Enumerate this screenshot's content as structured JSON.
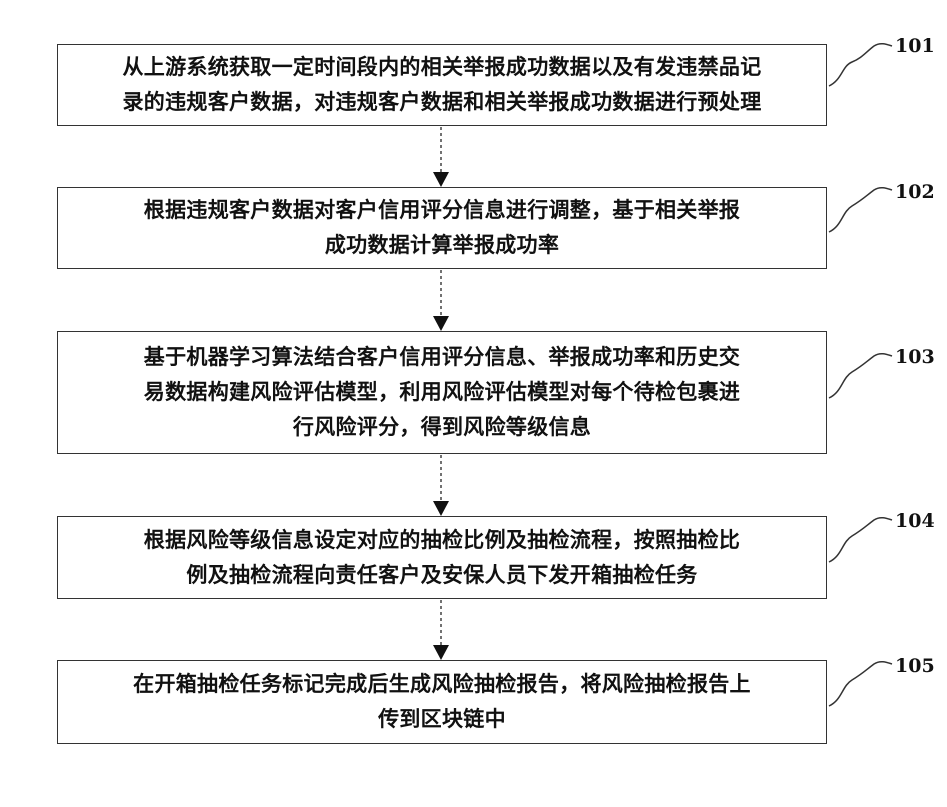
{
  "steps": [
    {
      "id": "101",
      "text": "从上游系统获取一定时间段内的相关举报成功数据以及有发违禁品记\n录的违规客户数据，对违规客户数据和相关举报成功数据进行预处理"
    },
    {
      "id": "102",
      "text": "根据违规客户数据对客户信用评分信息进行调整，基于相关举报\n成功数据计算举报成功率"
    },
    {
      "id": "103",
      "text": "基于机器学习算法结合客户信用评分信息、举报成功率和历史交\n易数据构建风险评估模型，利用风险评估模型对每个待检包裹进\n行风险评分，得到风险等级信息"
    },
    {
      "id": "104",
      "text": "根据风险等级信息设定对应的抽检比例及抽检流程，按照抽检比\n例及抽检流程向责任客户及安保人员下发开箱抽检任务"
    },
    {
      "id": "105",
      "text": "在开箱抽检任务标记完成后生成风险抽检报告，将风险抽检报告上\n传到区块链中"
    }
  ]
}
